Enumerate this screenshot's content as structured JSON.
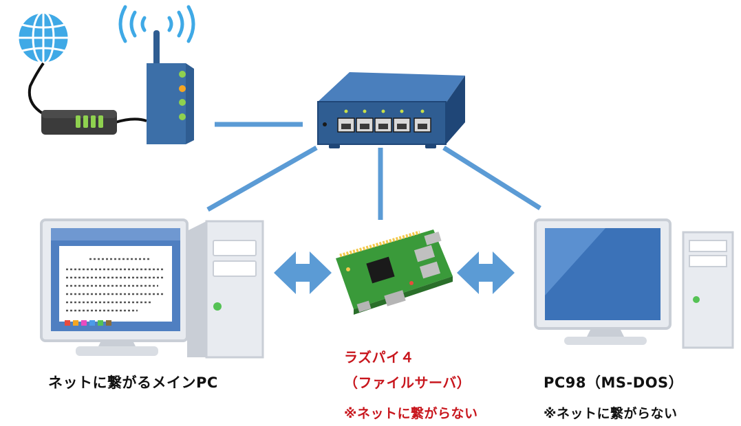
{
  "labels": {
    "main_pc": "ネットに繋がるメインPC",
    "raspberry_pi_line1": "ラズパイ４",
    "raspberry_pi_line2": "（ファイルサーバ）",
    "raspberry_pi_line3": "※ネットに繋がらない",
    "pc98_line1": "PC98（MS-DOS）",
    "pc98_line2": "※ネットに繋がらない"
  },
  "colors": {
    "cable": "#5b9bd5",
    "arrow": "#5b9bd5",
    "switch_body": "#2f5d92",
    "label_red": "#c8161d",
    "globe": "#3fa9e6"
  },
  "icons": [
    "globe-icon",
    "modem-icon",
    "wifi-router-icon",
    "network-switch-icon",
    "main-pc-icon",
    "raspberry-pi-icon",
    "pc98-icon",
    "double-arrow-icon"
  ]
}
